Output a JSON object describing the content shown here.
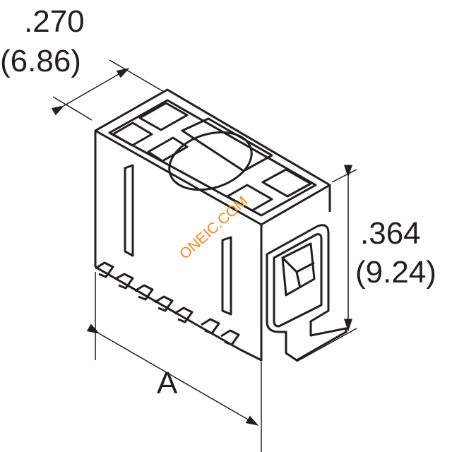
{
  "drawing": {
    "dimension_width": {
      "inch": ".270",
      "mm": "(6.86)"
    },
    "dimension_height": {
      "inch": ".364",
      "mm": "(9.24)"
    },
    "dimension_length": {
      "label": "A"
    },
    "watermark": "ONEIC.COM",
    "colors": {
      "line": "#231f20",
      "watermark": "#f08a1c"
    }
  }
}
